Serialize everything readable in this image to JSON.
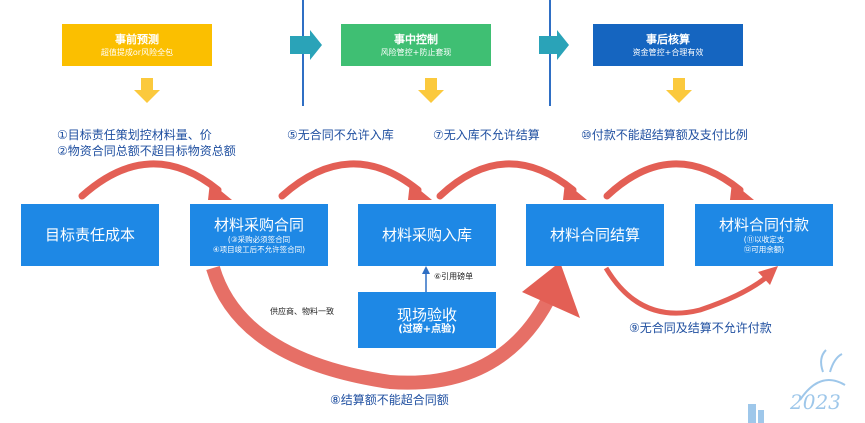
{
  "phases": [
    {
      "title": "事前预测",
      "subtitle": "超值提成or风险全包",
      "color": "#fbbf00"
    },
    {
      "title": "事中控制",
      "subtitle": "风险管控+防止套现",
      "color": "#3fbf73"
    },
    {
      "title": "事后核算",
      "subtitle": "资金管控+合理有效",
      "color": "#1565c0"
    }
  ],
  "notes": {
    "n1_line1": "①目标责任策划控材料量、价",
    "n1_line2": "②物资合同总额不超目标物资总额",
    "n5": "⑤无合同不允许入库",
    "n7": "⑦无入库不允许结算",
    "n10": "⑩付款不能超结算额及支付比例",
    "n9": "⑨无合同及结算不允许付款",
    "n8": "⑧结算额不能超合同额",
    "n6": "⑥引用磅单",
    "supplier": "供应商、物料一致"
  },
  "boxes": {
    "target": {
      "title": "目标责任成本"
    },
    "purchase": {
      "title": "材料采购合同",
      "sub1": "(③采购必须签合同",
      "sub2": "④项目竣工后不允许签合同)"
    },
    "warehouse": {
      "title": "材料采购入库"
    },
    "settlement": {
      "title": "材料合同结算"
    },
    "payment": {
      "title": "材料合同付款",
      "sub1": "(⑪以收定支",
      "sub2": "⑫可用余额)"
    },
    "inspection": {
      "title": "现场验收",
      "sub1": "(过磅+点验)"
    }
  },
  "decor": {
    "year": "2023"
  },
  "colors": {
    "box": "#1e88e5",
    "arrow": "#e35f55",
    "yellow_arrow": "#fbc93d",
    "teal_arrow": "#2aa3b8",
    "note": "#1f4fa0"
  }
}
